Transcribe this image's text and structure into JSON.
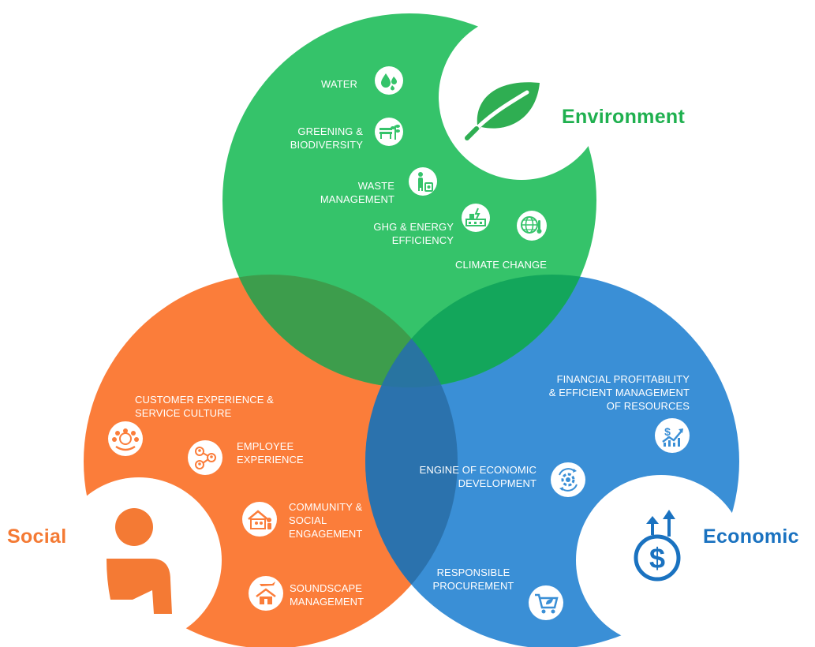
{
  "colors": {
    "environment": "#35C36A",
    "social": "#FB7D3A",
    "economic": "#3A8FD6",
    "environment_title": "#1FB04F",
    "social_title": "#F47A34",
    "economic_title": "#1A72C0"
  },
  "environment": {
    "title": "Environment",
    "icon": "leaf-icon",
    "items": [
      {
        "lines": [
          "WATER"
        ],
        "icon": "water-drops-icon"
      },
      {
        "lines": [
          "GREENING &",
          "BIODIVERSITY"
        ],
        "icon": "plant-bench-icon"
      },
      {
        "lines": [
          "WASTE",
          "MANAGEMENT"
        ],
        "icon": "recycle-bin-icon"
      },
      {
        "lines": [
          "GHG & ENERGY",
          "EFFICIENCY"
        ],
        "icon": "energy-plant-icon"
      },
      {
        "lines": [
          "CLIMATE CHANGE"
        ],
        "icon": "globe-thermometer-icon"
      }
    ]
  },
  "social": {
    "title": "Social",
    "icon": "person-icon",
    "items": [
      {
        "lines": [
          "CUSTOMER EXPERIENCE &",
          "SERVICE CULTURE"
        ],
        "icon": "customer-crowd-icon"
      },
      {
        "lines": [
          "EMPLOYEE",
          "EXPERIENCE"
        ],
        "icon": "employee-network-icon"
      },
      {
        "lines": [
          "COMMUNITY &",
          "SOCIAL",
          "ENGAGEMENT"
        ],
        "icon": "community-house-icon"
      },
      {
        "lines": [
          "SOUNDSCAPE",
          "MANAGEMENT"
        ],
        "icon": "plane-house-icon"
      }
    ]
  },
  "economic": {
    "title": "Economic",
    "icon": "dollar-growth-icon",
    "items": [
      {
        "lines": [
          "FINANCIAL PROFITABILITY",
          "& EFFICIENT MANAGEMENT",
          "OF RESOURCES"
        ],
        "icon": "financial-chart-icon"
      },
      {
        "lines": [
          "ENGINE OF ECONOMIC",
          "DEVELOPMENT"
        ],
        "icon": "gear-cycle-icon"
      },
      {
        "lines": [
          "RESPONSIBLE",
          "PROCUREMENT"
        ],
        "icon": "shopping-cart-icon"
      }
    ]
  }
}
